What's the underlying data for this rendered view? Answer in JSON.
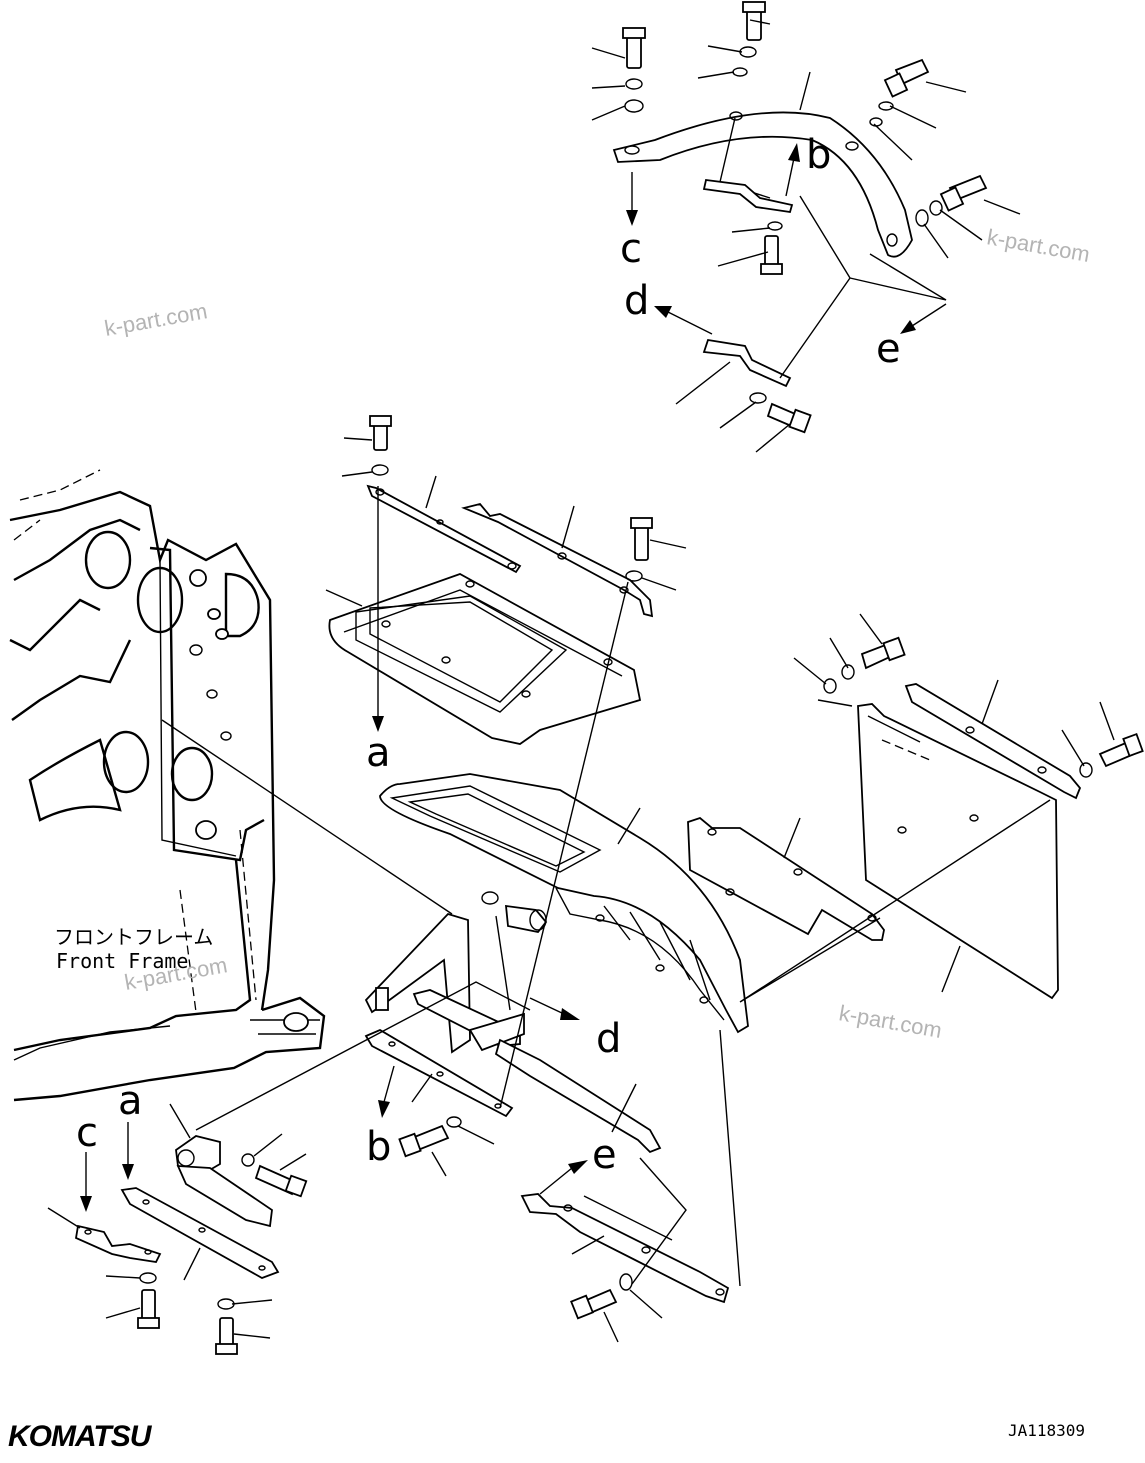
{
  "diagram": {
    "callouts": [
      {
        "id": "b_top",
        "text": "b"
      },
      {
        "id": "c_top",
        "text": "c"
      },
      {
        "id": "d_top",
        "text": "d"
      },
      {
        "id": "e_top",
        "text": "e"
      },
      {
        "id": "a_mid",
        "text": "a"
      },
      {
        "id": "d_mid",
        "text": "d"
      },
      {
        "id": "b_low",
        "text": "b"
      },
      {
        "id": "e_low",
        "text": "e"
      },
      {
        "id": "a_left",
        "text": "a"
      },
      {
        "id": "c_left",
        "text": "c"
      }
    ],
    "frame_label_jp": "フロントフレーム",
    "frame_label_en": "Front Frame",
    "watermarks": [
      "k-part.com",
      "k-part.com",
      "k-part.com",
      "k-part.com"
    ],
    "brand_logo": "KOMATSU",
    "drawing_number": "JA118309"
  }
}
